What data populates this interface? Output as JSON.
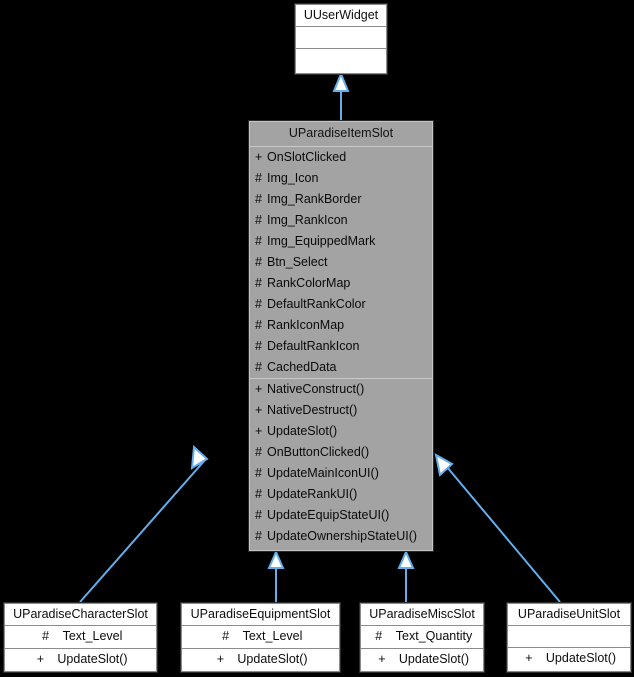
{
  "diagram": {
    "type": "uml-class-inheritance",
    "background_color": "#000000",
    "arrow_color": "#64aeec",
    "base_class_fill": "#a3a3a3",
    "derived_class_fill": "#ffffff"
  },
  "classes": {
    "root": {
      "name": "UUserWidget",
      "attributes": [],
      "operations": []
    },
    "base": {
      "name": "UParadiseItemSlot",
      "attributes": [
        {
          "visibility": "+",
          "name": "OnSlotClicked"
        },
        {
          "visibility": "#",
          "name": "Img_Icon"
        },
        {
          "visibility": "#",
          "name": "Img_RankBorder"
        },
        {
          "visibility": "#",
          "name": "Img_RankIcon"
        },
        {
          "visibility": "#",
          "name": "Img_EquippedMark"
        },
        {
          "visibility": "#",
          "name": "Btn_Select"
        },
        {
          "visibility": "#",
          "name": "RankColorMap"
        },
        {
          "visibility": "#",
          "name": "DefaultRankColor"
        },
        {
          "visibility": "#",
          "name": "RankIconMap"
        },
        {
          "visibility": "#",
          "name": "DefaultRankIcon"
        },
        {
          "visibility": "#",
          "name": "CachedData"
        }
      ],
      "operations": [
        {
          "visibility": "+",
          "name": "NativeConstruct()"
        },
        {
          "visibility": "+",
          "name": "NativeDestruct()"
        },
        {
          "visibility": "+",
          "name": "UpdateSlot()"
        },
        {
          "visibility": "#",
          "name": "OnButtonClicked()"
        },
        {
          "visibility": "#",
          "name": "UpdateMainIconUI()"
        },
        {
          "visibility": "#",
          "name": "UpdateRankUI()"
        },
        {
          "visibility": "#",
          "name": "UpdateEquipStateUI()"
        },
        {
          "visibility": "#",
          "name": "UpdateOwnershipStateUI()"
        }
      ]
    },
    "derived": [
      {
        "name": "UParadiseCharacterSlot",
        "attributes": [
          {
            "visibility": "#",
            "name": "Text_Level"
          }
        ],
        "operations": [
          {
            "visibility": "+",
            "name": "UpdateSlot()"
          }
        ]
      },
      {
        "name": "UParadiseEquipmentSlot",
        "attributes": [
          {
            "visibility": "#",
            "name": "Text_Level"
          }
        ],
        "operations": [
          {
            "visibility": "+",
            "name": "UpdateSlot()"
          }
        ]
      },
      {
        "name": "UParadiseMiscSlot",
        "attributes": [
          {
            "visibility": "#",
            "name": "Text_Quantity"
          }
        ],
        "operations": [
          {
            "visibility": "+",
            "name": "UpdateSlot()"
          }
        ]
      },
      {
        "name": "UParadiseUnitSlot",
        "attributes": [],
        "operations": [
          {
            "visibility": "+",
            "name": "UpdateSlot()"
          }
        ]
      }
    ]
  },
  "relations": [
    {
      "from": "UParadiseItemSlot",
      "to": "UUserWidget",
      "kind": "generalization"
    },
    {
      "from": "UParadiseCharacterSlot",
      "to": "UParadiseItemSlot",
      "kind": "generalization"
    },
    {
      "from": "UParadiseEquipmentSlot",
      "to": "UParadiseItemSlot",
      "kind": "generalization"
    },
    {
      "from": "UParadiseMiscSlot",
      "to": "UParadiseItemSlot",
      "kind": "generalization"
    },
    {
      "from": "UParadiseUnitSlot",
      "to": "UParadiseItemSlot",
      "kind": "generalization"
    }
  ]
}
